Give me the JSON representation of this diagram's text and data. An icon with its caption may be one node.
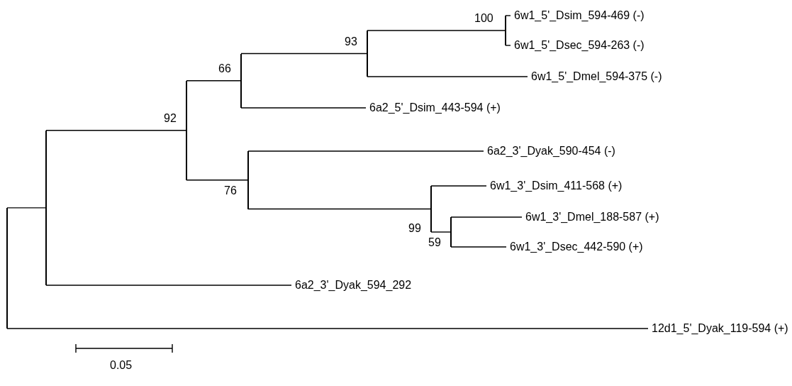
{
  "diagram": {
    "nodes": [
      {
        "text": [
          "6w1_5'_Dsim_594-469 (-)"
        ]
      },
      {
        "text": [
          "6w1_5'_Dsec_594-263 (-)"
        ]
      },
      {
        "text": [
          "6w1_5'_Dmel_594-375 (-)"
        ]
      },
      {
        "text": [
          "6a2_5'_Dsim_443-594 (+)"
        ]
      },
      {
        "text": [
          "6a2_3'_Dyak_590-454 (-)"
        ]
      },
      {
        "text": [
          "6w1_3'_Dsim_411-568 (+)"
        ]
      },
      {
        "text": [
          "6w1_3'_Dmel_188-587 (+)"
        ]
      },
      {
        "text": [
          "6w1_3'_Dsec_442-590 (+)"
        ]
      },
      {
        "text": [
          "6a2_3'_Dyak_594_292"
        ]
      },
      {
        "text": [
          "12d1_5'_Dyak_119-594 (+)"
        ]
      },
      {
        "text": [],
        "shape": "bar"
      },
      {
        "text": [],
        "shape": "bar"
      },
      {
        "text": [],
        "shape": "bar",
        "beside": [
          "92"
        ]
      },
      {
        "text": [],
        "shape": "bar",
        "beside": [
          "66"
        ]
      },
      {
        "text": [],
        "shape": "bar",
        "beside": [
          "76"
        ]
      },
      {
        "text": [],
        "shape": "bar",
        "beside": [
          "93"
        ]
      },
      {
        "text": [],
        "shape": "bar",
        "beside": [
          "99"
        ]
      },
      {
        "text": [],
        "shape": "bar",
        "beside": [
          "59"
        ]
      },
      {
        "text": [],
        "shape": "bar",
        "beside": [
          "100"
        ]
      }
    ],
    "edges": [
      {
        "from": 10,
        "to": 11,
        "arrow": "none"
      },
      {
        "from": 10,
        "to": 9,
        "arrow": "none"
      },
      {
        "from": 11,
        "to": 12,
        "arrow": "none"
      },
      {
        "from": 11,
        "to": 8,
        "arrow": "none"
      },
      {
        "from": 12,
        "to": 13,
        "arrow": "none"
      },
      {
        "from": 12,
        "to": 14,
        "arrow": "none"
      },
      {
        "from": 13,
        "to": 15,
        "arrow": "none"
      },
      {
        "from": 13,
        "to": 3,
        "arrow": "none"
      },
      {
        "from": 15,
        "to": 18,
        "arrow": "none"
      },
      {
        "from": 15,
        "to": 2,
        "arrow": "none"
      },
      {
        "from": 18,
        "to": 0,
        "arrow": "none"
      },
      {
        "from": 18,
        "to": 1,
        "arrow": "none"
      },
      {
        "from": 14,
        "to": 4,
        "arrow": "none"
      },
      {
        "from": 14,
        "to": 16,
        "arrow": "none"
      },
      {
        "from": 16,
        "to": 5,
        "arrow": "none"
      },
      {
        "from": 16,
        "to": 17,
        "arrow": "none"
      },
      {
        "from": 17,
        "to": 6,
        "arrow": "none"
      },
      {
        "from": 17,
        "to": 7,
        "arrow": "none"
      }
    ],
    "labels": [
      "0.05"
    ]
  }
}
